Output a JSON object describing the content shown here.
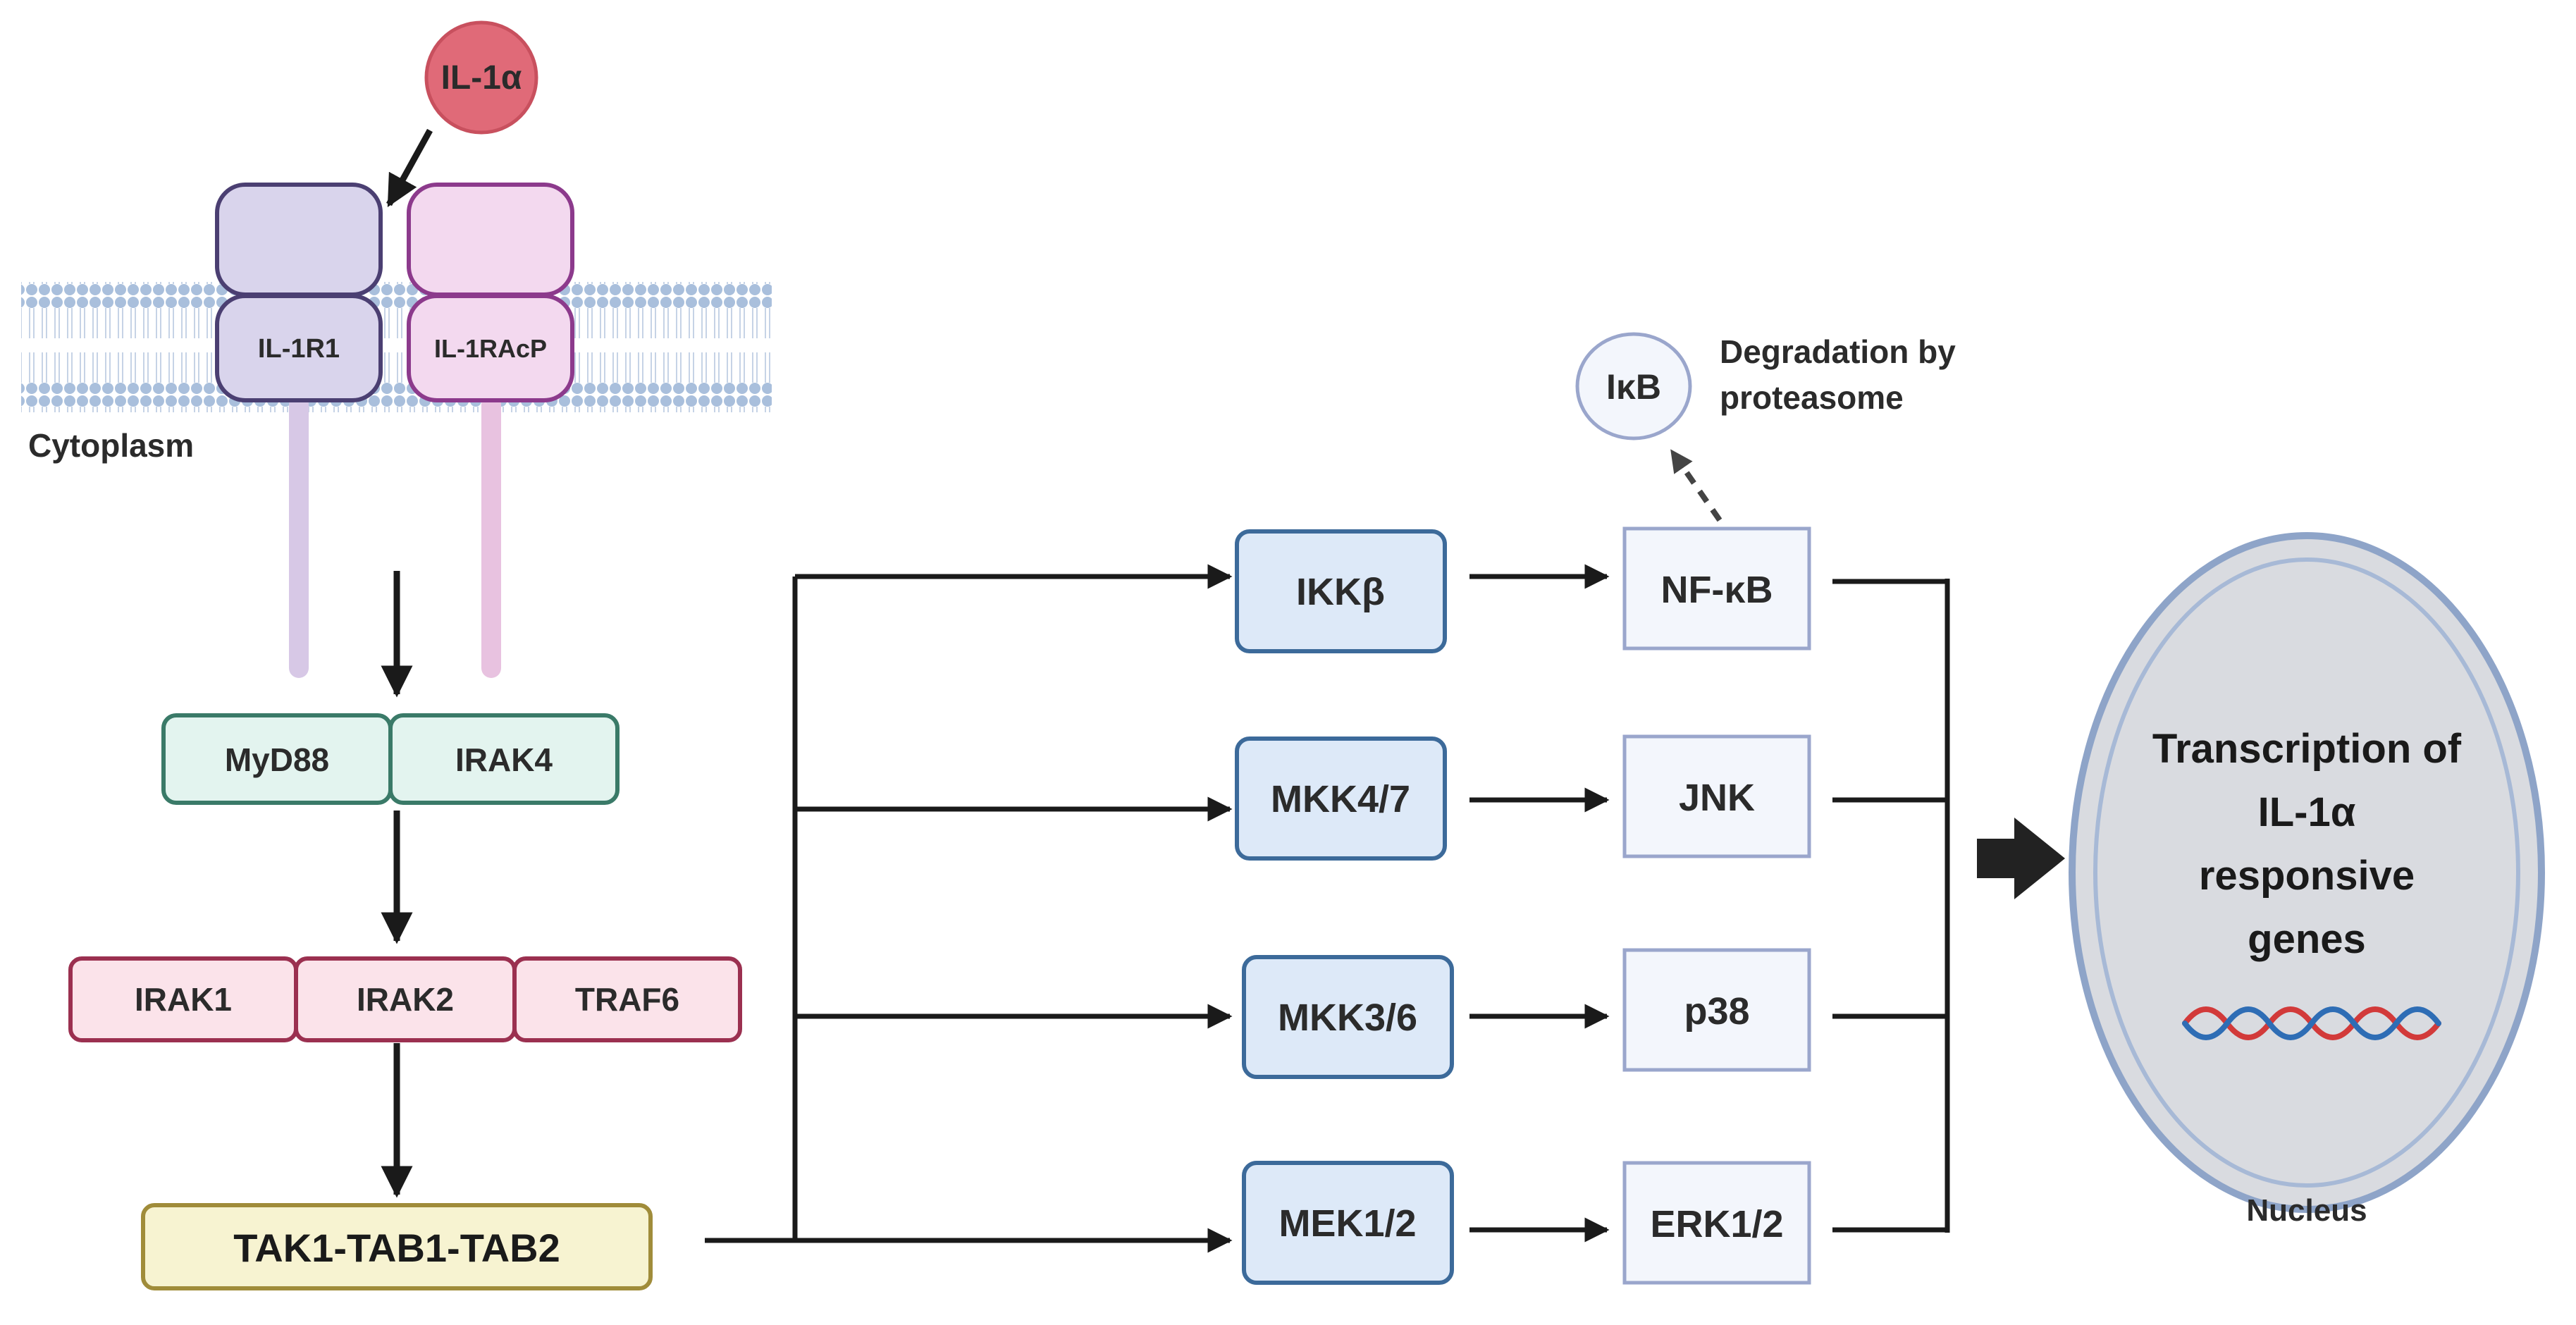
{
  "ligand": "IL-1α",
  "receptor1": "IL-1R1",
  "receptor2": "IL-1RAcP",
  "cytoplasm_label": "Cytoplasm",
  "myddosome": [
    "MyD88",
    "IRAK4"
  ],
  "irak_complex": [
    "IRAK1",
    "IRAK2",
    "TRAF6"
  ],
  "tak_complex": "TAK1-TAB1-TAB2",
  "kinases": [
    "IKKβ",
    "MKK4/7",
    "MKK3/6",
    "MEK1/2"
  ],
  "effectors": [
    "NF-κB",
    "JNK",
    "p38",
    "ERK1/2"
  ],
  "ikb": "IκB",
  "degradation": [
    "Degradation by",
    "proteasome"
  ],
  "nucleus_text": [
    "Transcription of",
    "IL-1α",
    "responsive",
    "genes"
  ],
  "nucleus_label": "Nucleus",
  "colors": {
    "ligand": "#e06a78",
    "receptor1": "#d9d4ec",
    "receptor1_border": "#4b3f72",
    "receptor2": "#f3d9ef",
    "receptor2_border": "#8c3a8c",
    "membrane": "#9fb7d8",
    "myd88_fill": "#e3f4ef",
    "myd88_border": "#3a7a68",
    "irak_fill": "#fbe3ea",
    "irak_border": "#9b3050",
    "tak_fill": "#f7f3d1",
    "tak_border": "#a08c3a",
    "kinase_fill": "#dde9f8",
    "kinase_border": "#3c6a9a",
    "effector_fill": "#f3f6fc",
    "effector_border": "#9aa6cc",
    "nucleus_fill": "#d9dbe0",
    "nucleus_border": "#8ea4c8"
  }
}
